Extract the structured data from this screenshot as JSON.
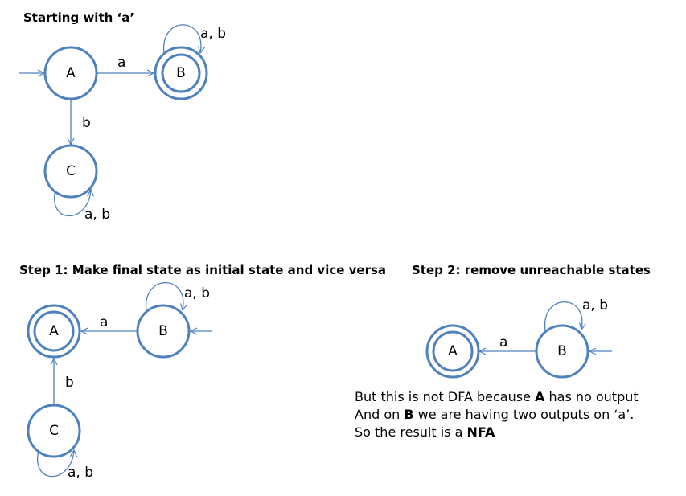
{
  "sections": {
    "original": {
      "title": "Starting with ‘a’",
      "states": {
        "A": "A",
        "B": "B",
        "C": "C"
      },
      "edges": {
        "A_to_B": "a",
        "A_to_C": "b",
        "B_loop": "a, b",
        "C_loop": "a, b"
      }
    },
    "step1": {
      "title": "Step 1: Make final state as initial state and vice versa",
      "states": {
        "A": "A",
        "B": "B",
        "C": "C"
      },
      "edges": {
        "B_to_A": "a",
        "C_to_A": "b",
        "B_loop": "a, b",
        "C_loop": "a, b"
      }
    },
    "step2": {
      "title": "Step 2: remove unreachable states",
      "states": {
        "A": "A",
        "B": "B"
      },
      "edges": {
        "B_to_A": "a",
        "B_loop": "a, b"
      }
    }
  },
  "note": {
    "line1_pre": "But this is not DFA because ",
    "line1_bold": "A",
    "line1_post": " has no output",
    "line2_pre": "And on ",
    "line2_bold": "B",
    "line2_post": " we are having two outputs on ‘a’.",
    "line3_pre": "So the result is a ",
    "line3_bold": "NFA"
  },
  "colors": {
    "state_stroke": "#4f81bd",
    "text": "#000000",
    "background": "#ffffff"
  }
}
